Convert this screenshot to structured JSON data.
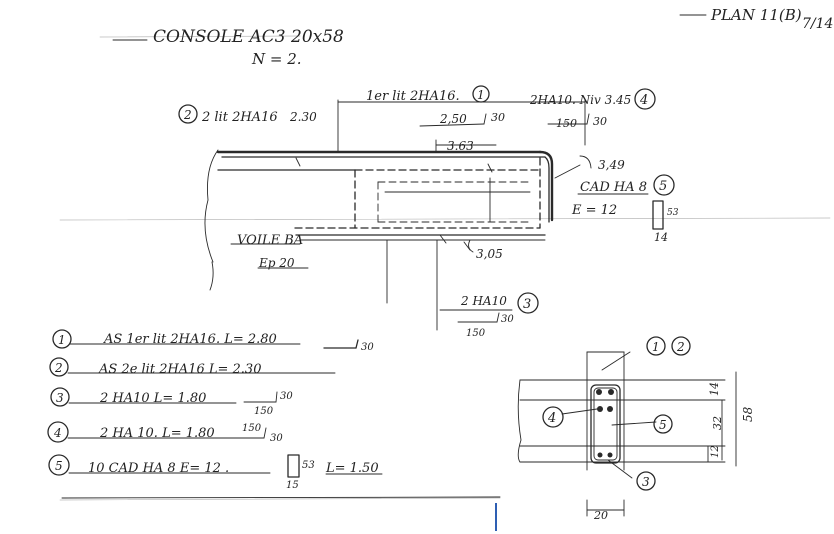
{
  "header": {
    "title": "CONSOLE AC3  20x58",
    "count": "N = 2.",
    "plan": "PLAN 11(B)",
    "page": "7/14"
  },
  "elevation": {
    "callout_2": "2 lit 2HA16",
    "callout_2_len": "2.30",
    "callout_1": "1er lit 2HA16.",
    "callout_1_dims": "2,50",
    "callout_1_hook": "30",
    "callout_4": "2HA10. Niv 3.45",
    "callout_4_dims": "150",
    "callout_4_hook": "30",
    "dim_top": "3.63",
    "dim_side": "3,49",
    "stirrup_label": "CAD HA 8",
    "stirrup_spacing": "E = 12",
    "stirrup_w": "53",
    "stirrup_h": "14",
    "wall_label": "VOILE BA",
    "wall_thk": "Ep 20",
    "dim_bottom": "3,05",
    "callout_3": "2 HA10",
    "callout_3_hook": "30",
    "callout_3_len": "150"
  },
  "legend": [
    {
      "num": "1",
      "text": "AS  1er lit  2HA16.  L= 2.80",
      "hook": "30"
    },
    {
      "num": "2",
      "text": "AS  2e lit  2HA16   L= 2.30",
      "hook": ""
    },
    {
      "num": "3",
      "text": "2 HA10 L= 1.80",
      "hook": "30",
      "len": "150"
    },
    {
      "num": "4",
      "text": "2 HA 10.  L= 1.80",
      "hook": "30",
      "len": "150"
    },
    {
      "num": "5",
      "text": "10 CAD HA 8   E= 12 .",
      "sw": "53",
      "sh": "15",
      "tail": "L= 1.50"
    }
  ],
  "section": {
    "top": "1 2",
    "left": "4",
    "right": "5",
    "bottom": "3",
    "width": "20",
    "h_top": "14",
    "h_mid": "32",
    "h_bot": "12",
    "h_total": "58"
  }
}
